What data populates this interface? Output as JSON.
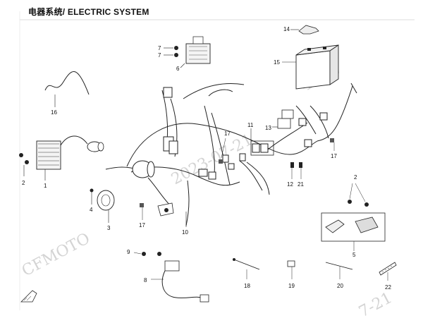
{
  "page": {
    "title": "电器系统/ ELECTRIC SYSTEM"
  },
  "watermark": {
    "brand": "CFMOTO",
    "date_fragment_1": "2023-07-21",
    "date_fragment_2": "7-21",
    "time_fragment": "43:57"
  },
  "callouts": [
    "1",
    "2",
    "2",
    "3",
    "4",
    "6",
    "7",
    "7",
    "8",
    "9",
    "10",
    "11",
    "12",
    "13",
    "14",
    "15",
    "16",
    "17",
    "17",
    "17",
    "18",
    "19",
    "20",
    "21",
    "22",
    "5"
  ],
  "icons": [
    "voltage-regulator-icon",
    "wiring-harness-icon",
    "horn-icon",
    "battery-icon",
    "bracket-icon",
    "relay-icon",
    "fuse-box-icon",
    "ignition-coil-icon",
    "cable-tie-icon",
    "sensor-icon",
    "arrow-front-icon",
    "screw-icon",
    "bolt-icon",
    "clip-icon",
    "key-fob-icon"
  ]
}
